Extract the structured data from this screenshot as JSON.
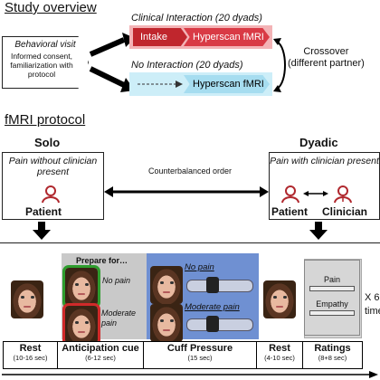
{
  "study": {
    "title": "Study overview",
    "visit_title": "Behavioral visit",
    "visit_body": "Informed consent, familiarization with protocol",
    "clinical_label": "Clinical Interaction (20 dyads)",
    "intake": "Intake",
    "hyperscan_a": "Hyperscan fMRI",
    "no_interaction_label": "No Interaction (20 dyads)",
    "hyperscan_b": "Hyperscan fMRI",
    "crossover": "Crossover",
    "crossover_sub": "(different partner)"
  },
  "fmri": {
    "title": "fMRI protocol",
    "solo": "Solo",
    "solo_desc": "Pain without clinician present",
    "solo_patient": "Patient",
    "dyadic": "Dyadic",
    "dyadic_desc": "Pain with clinician present",
    "dyadic_patient": "Patient",
    "clinician": "Clinician",
    "counterbalanced": "Counterbalanced order"
  },
  "trial": {
    "prepare": "Prepare for…",
    "no_pain_a": "No pain",
    "moderate_pain_a": "Moderate pain",
    "no_pain_b": "No pain",
    "moderate_pain_b": "Moderate pain",
    "ratings_pain": "Pain",
    "ratings_empathy": "Empathy",
    "repeat": "X 6",
    "repeat_sub": "time"
  },
  "timeline": [
    {
      "label": "Rest",
      "sub": "(10-16 sec)"
    },
    {
      "label": "Anticipation cue",
      "sub": "(6-12 sec)"
    },
    {
      "label": "Cuff Pressure",
      "sub": "(15 sec)"
    },
    {
      "label": "Rest",
      "sub": "(4-10 sec)"
    },
    {
      "label": "Ratings",
      "sub": "(8+8 sec)"
    }
  ],
  "colors": {
    "intake": "#c0262d",
    "hyperscan": "#d93a45",
    "clinical_band": "#f3b3b6",
    "no_int_band": "#cdeef8",
    "hyperscan_b": "#a6ddf0",
    "cuff_bg": "#6f90d2",
    "anticip_bg": "#c9c9c9",
    "ratings_bg": "#cfcfcf"
  }
}
